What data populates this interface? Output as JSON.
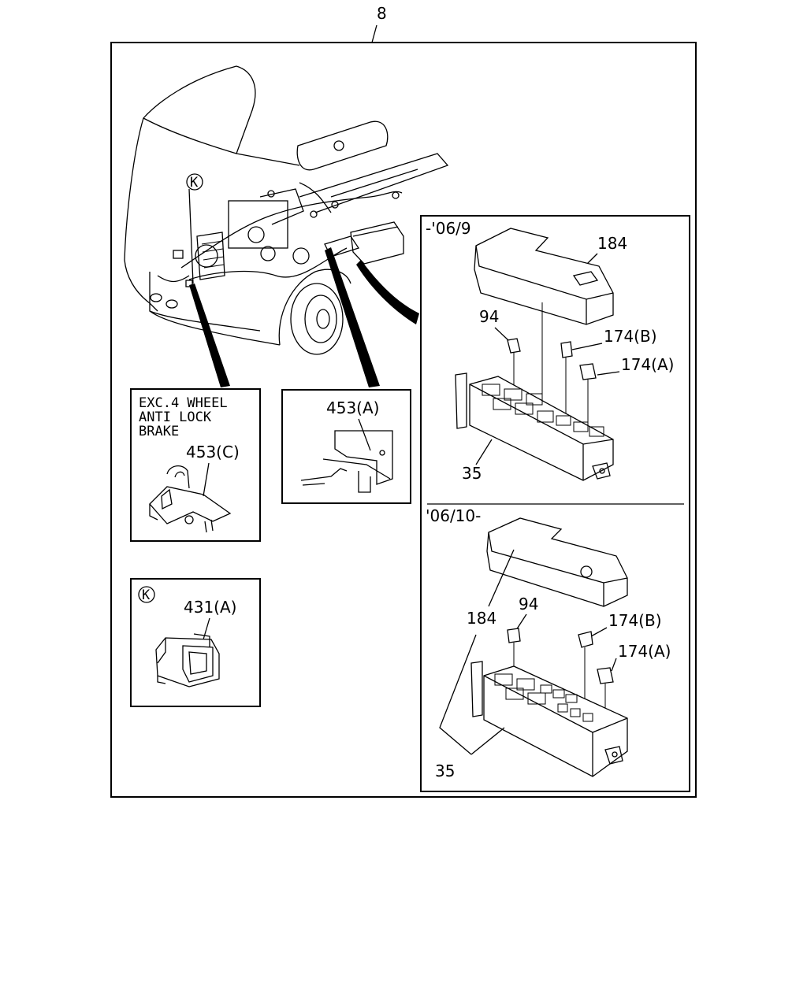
{
  "sheet_label": "8",
  "callout_k": "K",
  "inset_abs": {
    "note_line1": "EXC.4 WHEEL",
    "note_line2": "ANTI LOCK",
    "note_line3": "BRAKE",
    "part": "453(C)"
  },
  "inset_bracket": {
    "part": "453(A)"
  },
  "inset_connector": {
    "callout": "K",
    "part": "431(A)"
  },
  "fuse_box_early": {
    "period": "-'06/9",
    "cover": "184",
    "fuse": "94",
    "relay_b": "174(B)",
    "relay_a": "174(A)",
    "box": "35"
  },
  "fuse_box_late": {
    "period": "'06/10-",
    "cover": "184",
    "fuse": "94",
    "relay_b": "174(B)",
    "relay_a": "174(A)",
    "box": "35"
  }
}
